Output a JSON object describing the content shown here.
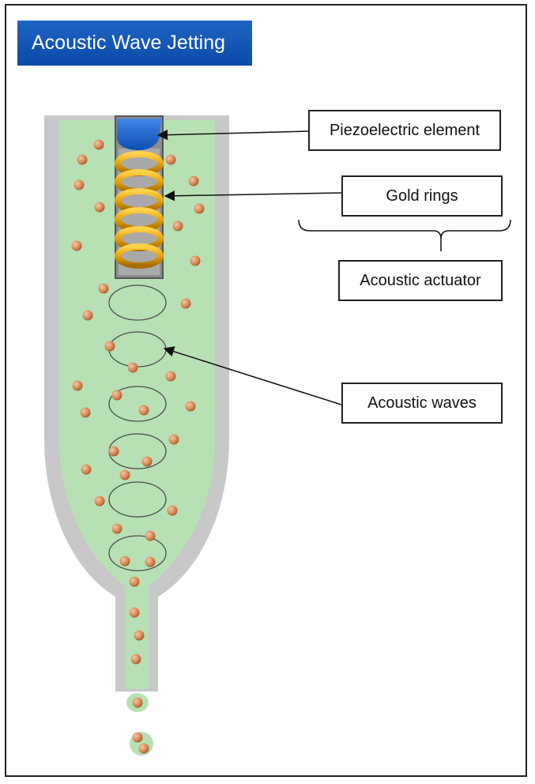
{
  "title": "Acoustic Wave Jetting",
  "labels": {
    "piezo": "Piezoelectric element",
    "gold_rings": "Gold rings",
    "actuator": "Acoustic actuator",
    "waves": "Acoustic waves"
  },
  "colors": {
    "banner": "#0b4aa8",
    "nozzle_wall": "#c8c8c8",
    "fluid": "#b7e1b4",
    "piezo": "#1a62c9",
    "gold": "#e2a20c",
    "particle": "#d98a5a"
  }
}
